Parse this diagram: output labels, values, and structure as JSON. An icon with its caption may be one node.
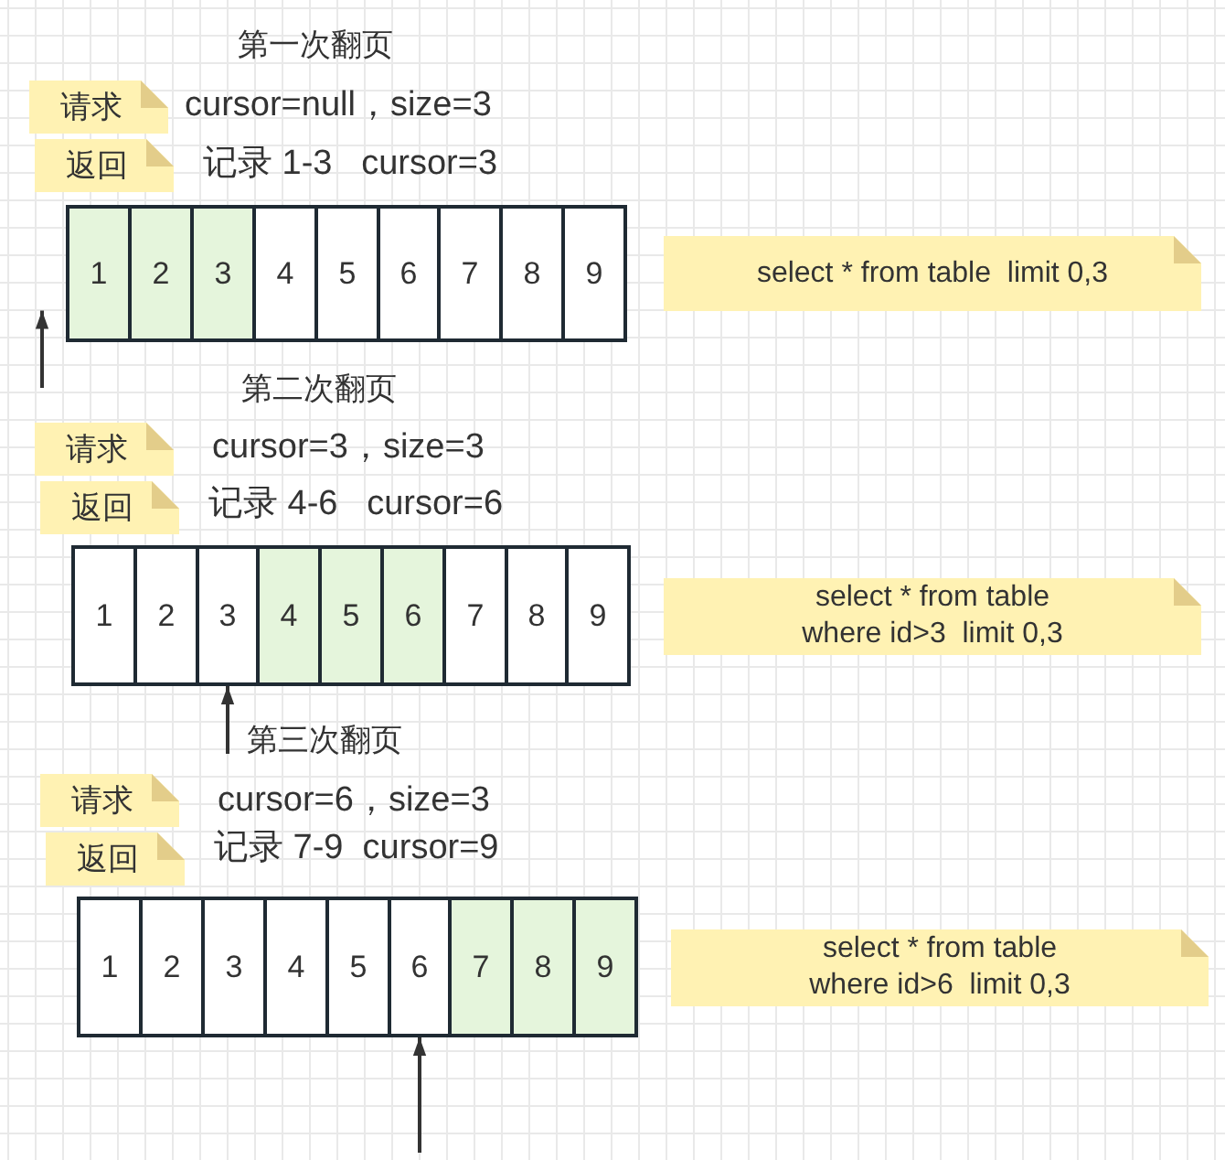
{
  "diagram": {
    "nodes": [
      {
        "text": [
          "请求"
        ],
        "beside": [
          "cursor=null，size=3"
        ]
      },
      {
        "text": [
          "返回"
        ],
        "beside": [
          "记录 1-3   cursor=3"
        ]
      },
      {
        "text": [
          "1"
        ]
      },
      {
        "text": [
          "2"
        ]
      },
      {
        "text": [
          "3"
        ]
      },
      {
        "text": [
          "4"
        ]
      },
      {
        "text": [
          "5"
        ]
      },
      {
        "text": [
          "6"
        ]
      },
      {
        "text": [
          "7"
        ]
      },
      {
        "text": [
          "8"
        ]
      },
      {
        "text": [
          "9"
        ]
      },
      {
        "text": [
          "select * from table  limit 0,3"
        ]
      },
      {
        "text": [
          "请求"
        ],
        "beside": [
          "cursor=3，size=3"
        ]
      },
      {
        "text": [
          "返回"
        ],
        "beside": [
          "记录 4-6   cursor=6"
        ]
      },
      {
        "text": [
          "1"
        ]
      },
      {
        "text": [
          "2"
        ]
      },
      {
        "text": [
          "3"
        ]
      },
      {
        "text": [
          "4"
        ]
      },
      {
        "text": [
          "5"
        ]
      },
      {
        "text": [
          "6"
        ]
      },
      {
        "text": [
          "7"
        ]
      },
      {
        "text": [
          "8"
        ]
      },
      {
        "text": [
          "9"
        ]
      },
      {
        "text": [
          "select * from table where id>3  limit 0,3"
        ]
      },
      {
        "text": [
          "请求"
        ],
        "beside": [
          "cursor=6，size=3"
        ]
      },
      {
        "text": [
          "返回"
        ],
        "beside": [
          "记录 7-9  cursor=9"
        ]
      },
      {
        "text": [
          "1"
        ]
      },
      {
        "text": [
          "2"
        ]
      },
      {
        "text": [
          "3"
        ]
      },
      {
        "text": [
          "4"
        ]
      },
      {
        "text": [
          "5"
        ]
      },
      {
        "text": [
          "6"
        ]
      },
      {
        "text": [
          "7"
        ]
      },
      {
        "text": [
          "8"
        ]
      },
      {
        "text": [
          "9"
        ]
      },
      {
        "text": [
          "select * from table where id>6  limit 0,3"
        ]
      }
    ],
    "edges": [
      {
        "from": null,
        "to": 2,
        "arrow": "to"
      },
      {
        "from": null,
        "to": 16,
        "arrow": "to"
      },
      {
        "from": null,
        "to": 31,
        "arrow": "to"
      }
    ],
    "labels": [
      "第一次翻页",
      "第二次翻页",
      "第三次翻页"
    ]
  }
}
